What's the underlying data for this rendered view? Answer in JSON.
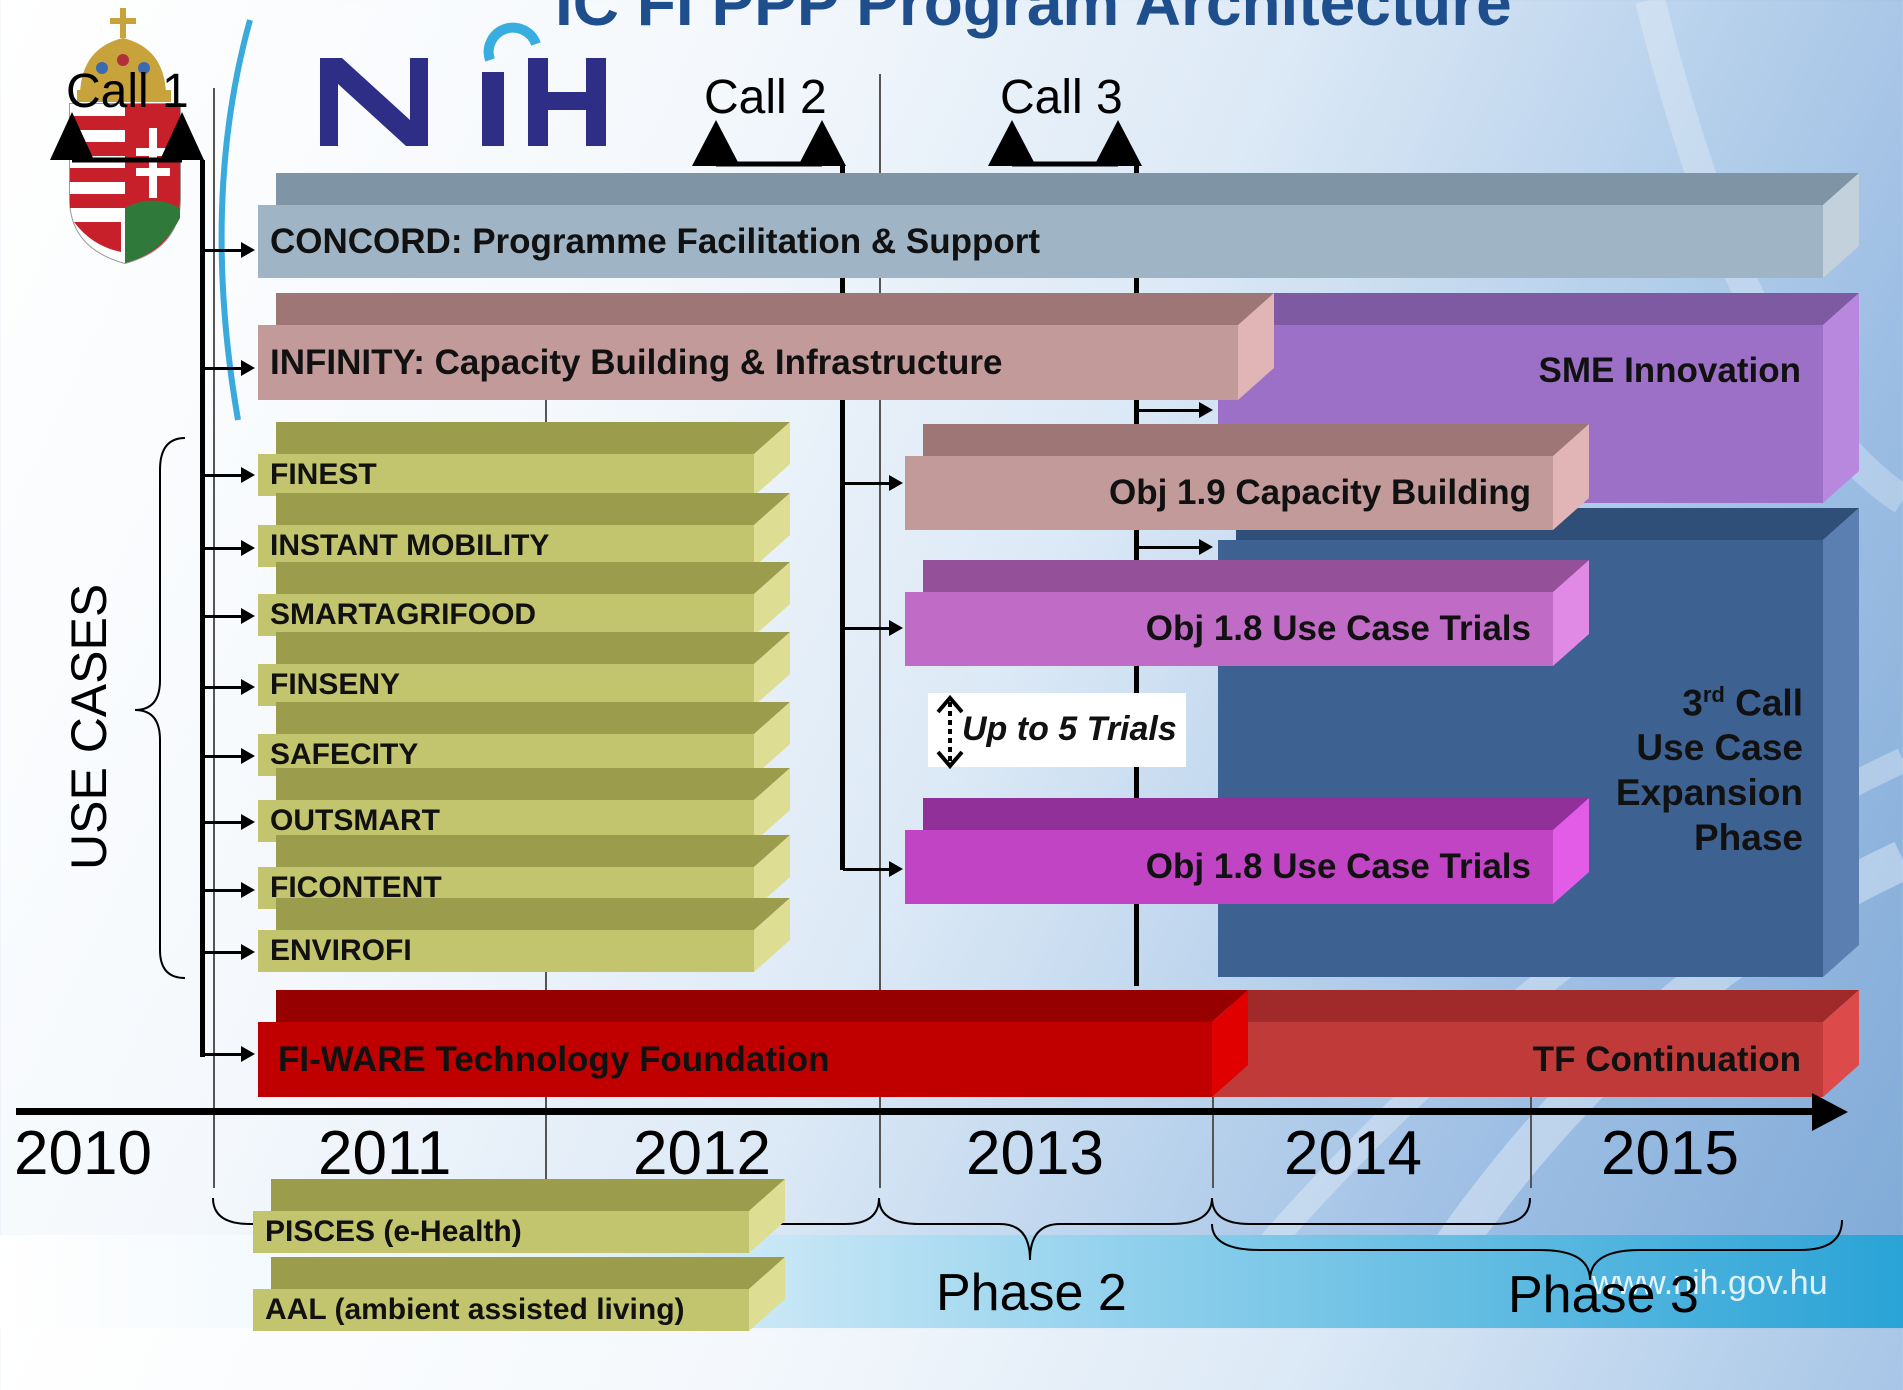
{
  "title": "IC FI PPP Program Architecture",
  "logo_text": "NIH",
  "url": "www.nih.gov.hu",
  "calls": [
    {
      "label": "Call 1"
    },
    {
      "label": "Call 2"
    },
    {
      "label": "Call 3"
    }
  ],
  "programmes": {
    "concord": "CONCORD: Programme Facilitation & Support",
    "infinity": "INFINITY: Capacity Building & Infrastructure",
    "sme": "SME Innovation",
    "obj19": "Obj 1.9 Capacity Building",
    "obj18a": "Obj 1.8 Use Case Trials",
    "obj18b": "Obj 1.8 Use Case Trials",
    "trials_note": "Up to 5 Trials",
    "third_call": [
      "3",
      "rd",
      " Call",
      "Use Case",
      "Expansion",
      "Phase"
    ],
    "fiware": "FI-WARE Technology Foundation",
    "tf": "TF Continuation"
  },
  "use_cases_label": "USE CASES",
  "use_cases": [
    "FINEST",
    "INSTANT MOBILITY",
    "SMARTAGRIFOOD",
    "FINSENY",
    "SAFECITY",
    "OUTSMART",
    "FICONTENT",
    "ENVIROFI"
  ],
  "extra_cases": [
    "PISCES (e-Health)",
    "AAL (ambient assisted living)"
  ],
  "years": [
    "2010",
    "2011",
    "2012",
    "2013",
    "2014",
    "2015"
  ],
  "phases": [
    "Phase 2",
    "Phase 3"
  ],
  "colors": {
    "concord": "#9fb4c4",
    "infinity": "#c29a9a",
    "sme": "#9c70c6",
    "obj19": "#c29a9a",
    "obj18a": "#c06cc6",
    "obj18b": "#c044c4",
    "third_call": "#3d6191",
    "fiware": "#c00000",
    "tf": "#c03a3a",
    "usecase": "#c3c46e"
  }
}
